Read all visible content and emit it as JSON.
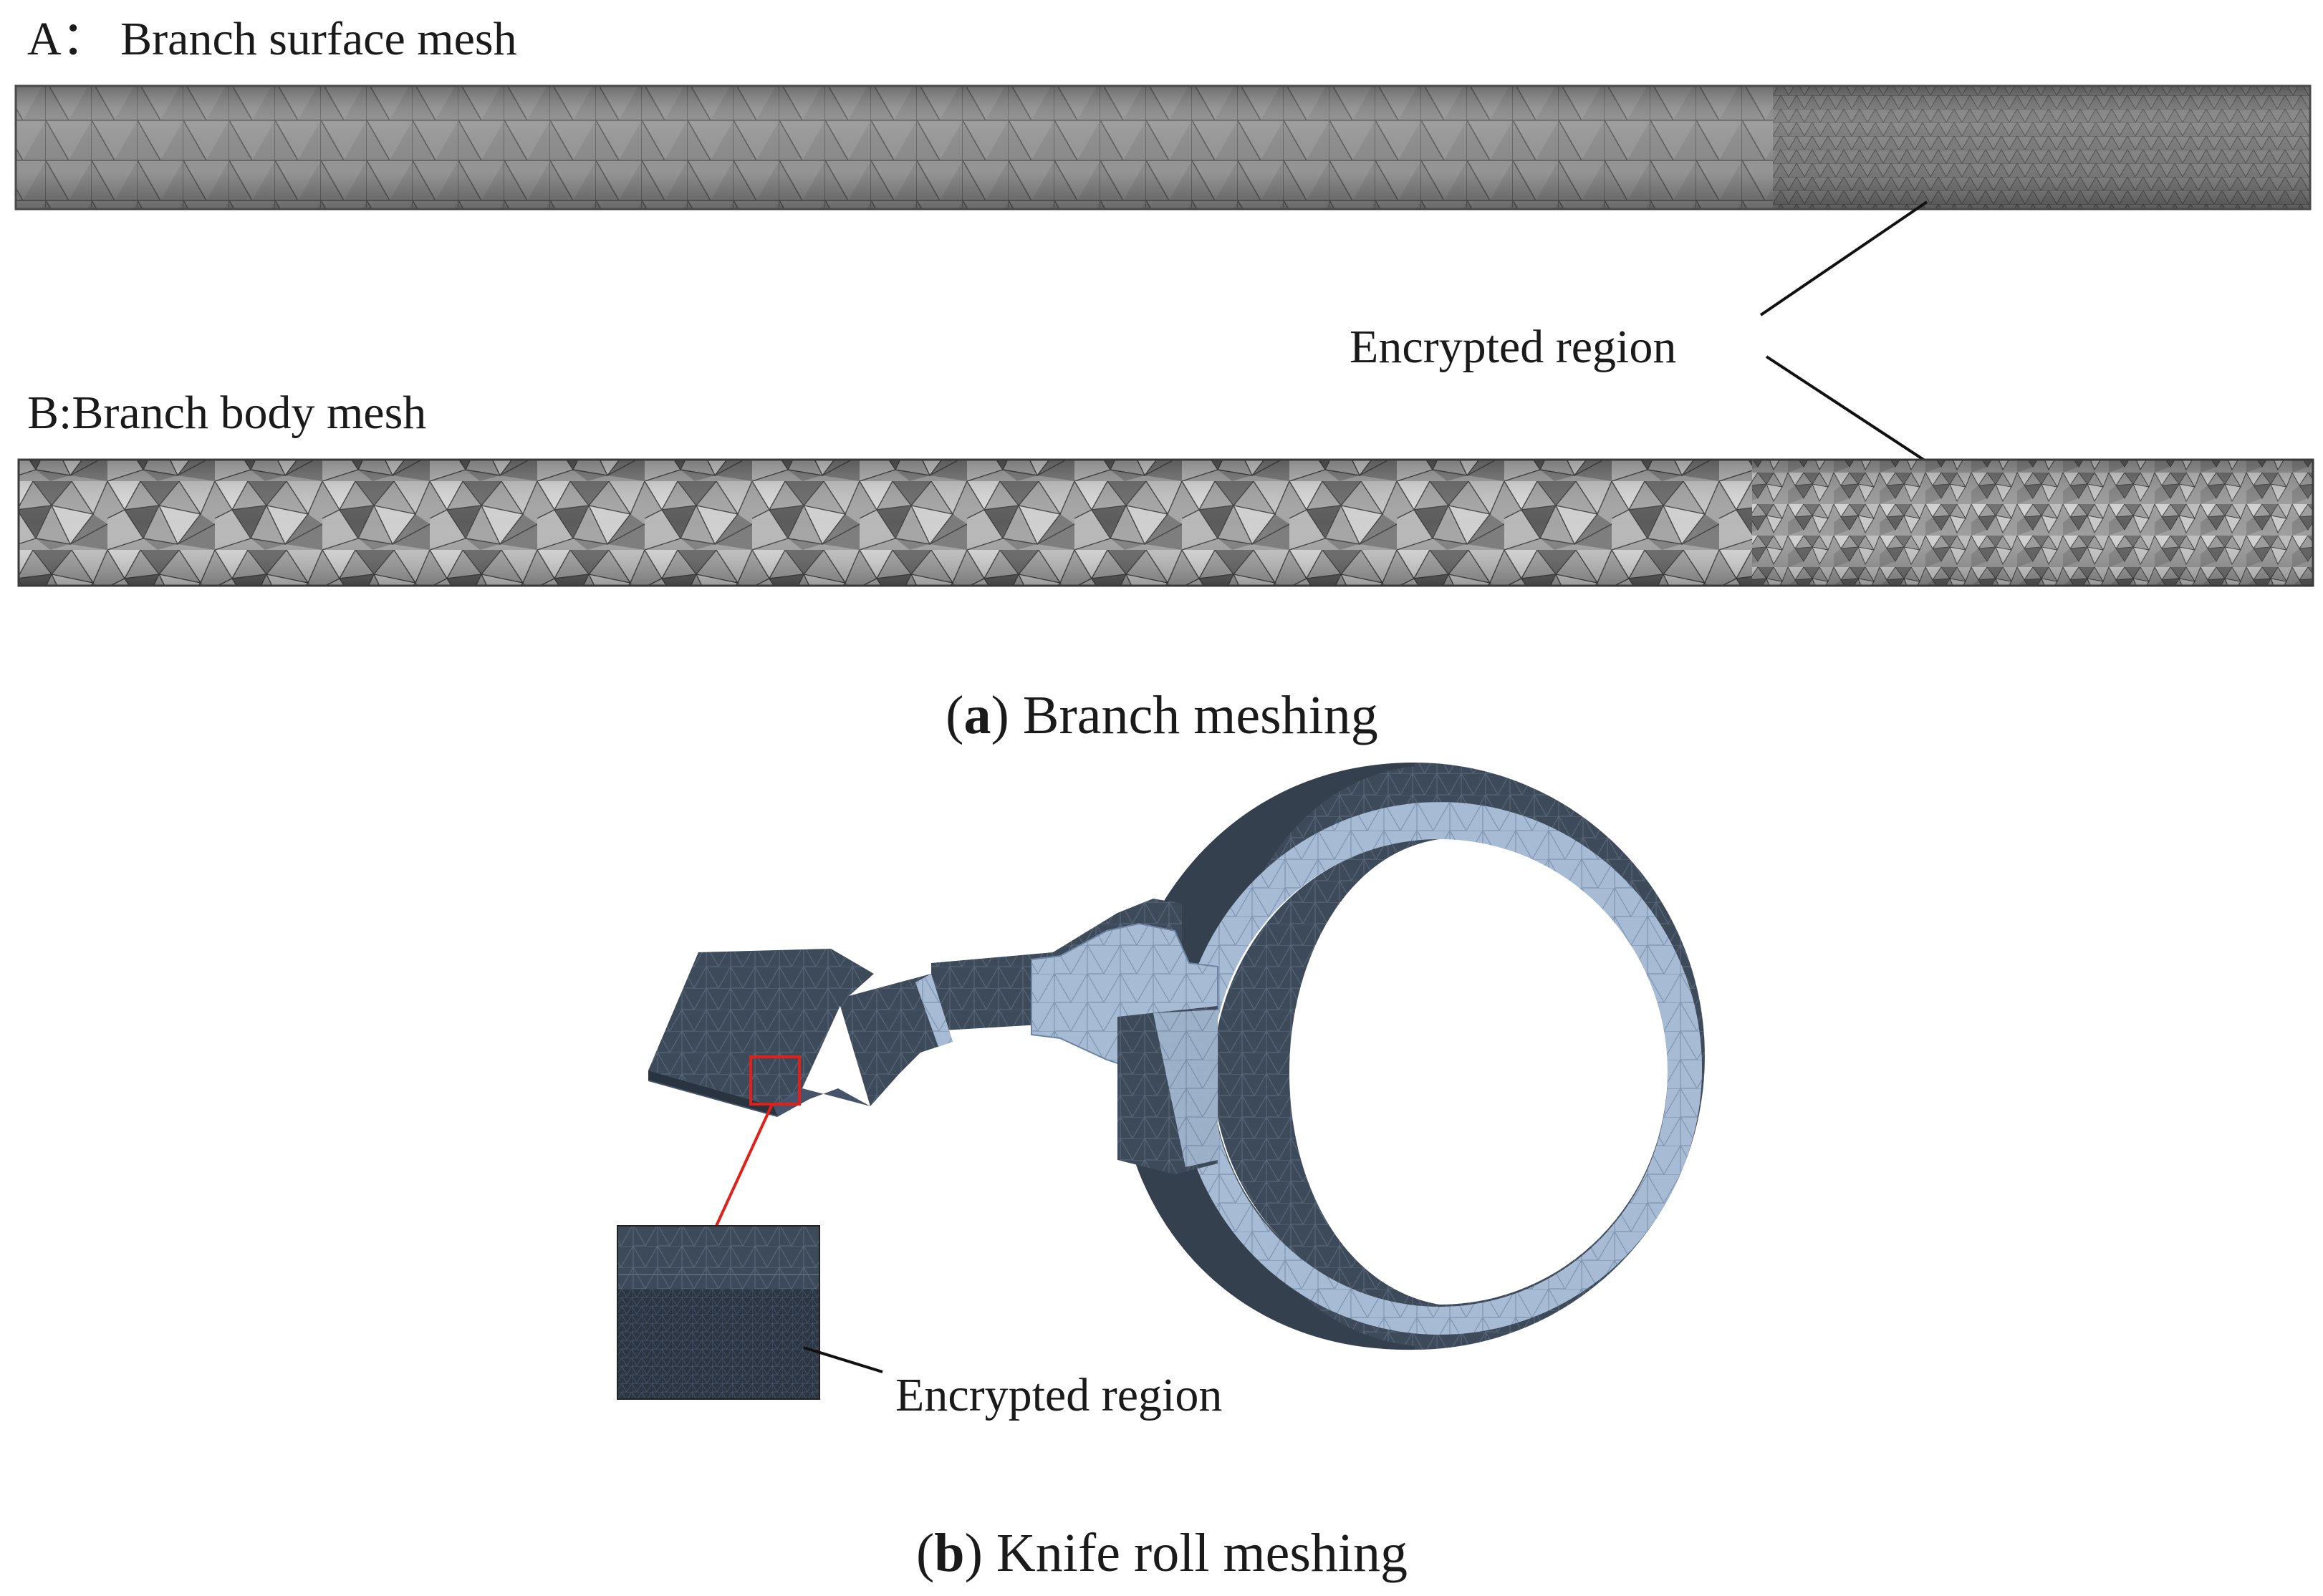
{
  "panel_a": {
    "label_surface": "A： Branch surface mesh",
    "label_body": "B:Branch body mesh",
    "annotation": "Encrypted  region",
    "caption_letter": "a",
    "caption_text": " Branch meshing"
  },
  "panel_b": {
    "annotation": "Encrypted region",
    "caption_letter": "b",
    "caption_text": " Knife roll meshing"
  },
  "colors": {
    "surface_mesh_fill": "#8e8e8e",
    "body_mesh_fill": "#9a9a9a",
    "knife_outer": "#3d4a5a",
    "knife_cut_face": "#a9bdd6",
    "inset_box": "#e0201a",
    "leader_line": "#111111"
  },
  "icons": {
    "inset_marker": "red-rectangle"
  }
}
